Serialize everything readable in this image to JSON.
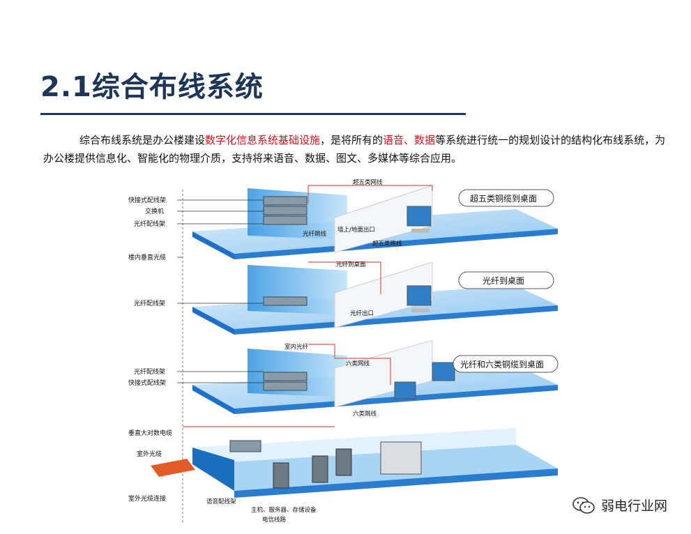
{
  "title": "2.1综合布线系统",
  "intro": {
    "p1": "综合布线系统是办公楼建设",
    "h1": "数字化信息系统基础设施",
    "p2": "，是将所有的",
    "h2": "语音、数据",
    "p3": "等系统进行统一的规划设计的结构化布线系统，为办公楼提供信息化、智能化的物理介质，支持将来语音、数据、图文、多媒体等综合应用。"
  },
  "diagram": {
    "left_labels": {
      "l1": "快接式配线架",
      "l2": "交换机",
      "l3": "光纤配线架",
      "l4": "楼内垂直光缆",
      "l5": "光纤配线架",
      "l6": "光纤配线架",
      "l7": "快接式配线架",
      "l8": "垂直大对数电缆",
      "l9": "室外光缆",
      "l10": "室外光缆连接"
    },
    "inner_labels": {
      "f1_top": "超五类网线",
      "f1_outlet": "墙上/地面出口",
      "f1_fiber": "光纤跳线",
      "f1_patch": "超五类跳线",
      "f2_top": "光纤到桌面",
      "f2_outlet": "光纤出口",
      "f3_fiber": "室内光纤",
      "f3_cable": "六类网线",
      "f3_patch": "六类跳线",
      "b1": "语音配线架",
      "b2": "主机、服务器、存储设备",
      "b3": "电信线路"
    },
    "callouts": {
      "c1": "超五类铜缆到桌面",
      "c2": "光纤到桌面",
      "c3": "光纤和六类铜缆到桌面"
    }
  },
  "watermark": {
    "text": "弱电行业网",
    "icon": "wechat-icon"
  }
}
